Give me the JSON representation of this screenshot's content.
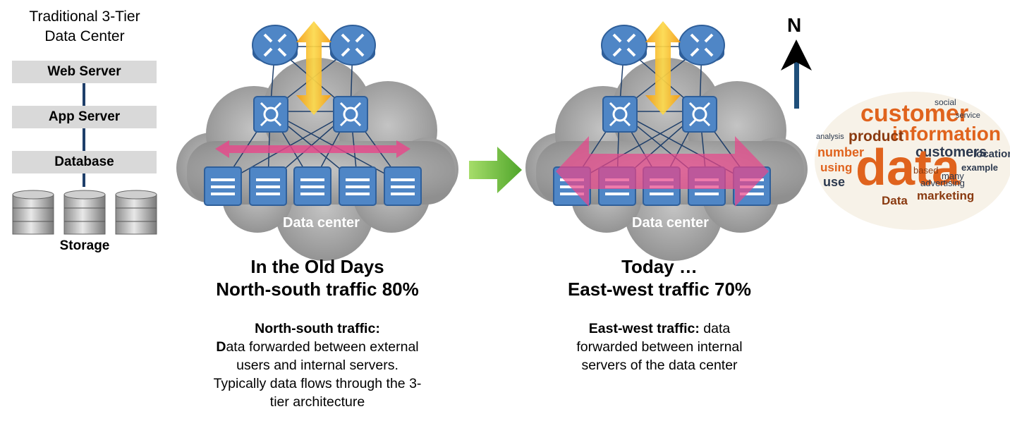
{
  "tier_stack": {
    "title": "Traditional 3-Tier Data Center",
    "title_line1": "Traditional 3-Tier",
    "title_line2": "Data Center",
    "web_server": "Web Server",
    "app_server": "App Server",
    "database": "Database",
    "storage": "Storage"
  },
  "old_days": {
    "cloud_label": "Data center",
    "title_line1": "In the Old Days",
    "title_line2": "North-south traffic 80%",
    "desc_heading": "North-south traffic:",
    "desc_line1_bold": "D",
    "desc_line1_rest": "ata forwarded between external",
    "desc_line2": "users and internal servers.",
    "desc_line3": "Typically data flows through the 3-",
    "desc_line4": "tier architecture"
  },
  "today": {
    "cloud_label": "Data center",
    "title_line1": "Today …",
    "title_line2": "East-west traffic 70%",
    "desc_bold": "East-west traffic:",
    "desc_line1_rest": " data",
    "desc_line2": "forwarded between internal",
    "desc_line3": "servers of the data center"
  },
  "compass": {
    "label": "N"
  },
  "word_cloud": {
    "words": [
      "customer",
      "information",
      "product",
      "customers",
      "data",
      "Data",
      "marketing",
      "number",
      "using",
      "use",
      "based",
      "location",
      "example",
      "social",
      "many",
      "advertising",
      "analysis",
      "service"
    ]
  },
  "colors": {
    "router_blue": "#4f86c6",
    "cloud_gray": "#a9a9a9",
    "ns_arrow_yellow": "#f6b21a",
    "ew_arrow_pink": "#e8468a",
    "transition_arrow_green": "#6cbf3a",
    "stack_line_navy": "#1f3f6a",
    "word_orange": "#e0631d"
  }
}
